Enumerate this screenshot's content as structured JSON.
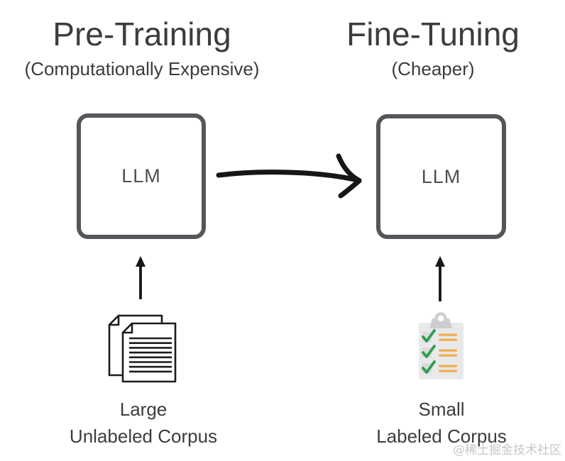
{
  "colors": {
    "text": "#3c3c3c",
    "muted-text": "#4f4f4f",
    "box-border": "#54565a",
    "arrow": "#161616",
    "page-stroke": "#1c1c1c",
    "clipboard-body": "#e9e9ec",
    "clipboard-clip": "#cdced2",
    "checkbox-bg": "#dcdce0",
    "check-green": "#2f9e4d",
    "bar-orange": "#f0ae4d",
    "watermark": "#c7c7c7"
  },
  "left_column": {
    "title": "Pre-Training",
    "subtitle": "(Computationally Expensive)",
    "model_label": "LLM",
    "corpus_label_line1": "Large",
    "corpus_label_line2": "Unlabeled Corpus",
    "icon": "stacked-documents"
  },
  "right_column": {
    "title": "Fine-Tuning",
    "subtitle": "(Cheaper)",
    "model_label": "LLM",
    "corpus_label_line1": "Small",
    "corpus_label_line2": "Labeled Corpus",
    "icon": "checklist-clipboard"
  },
  "flow": {
    "connector": "pretrained-llm-to-finetuned-llm"
  },
  "watermark_text": "@稀土掘金技术社区"
}
